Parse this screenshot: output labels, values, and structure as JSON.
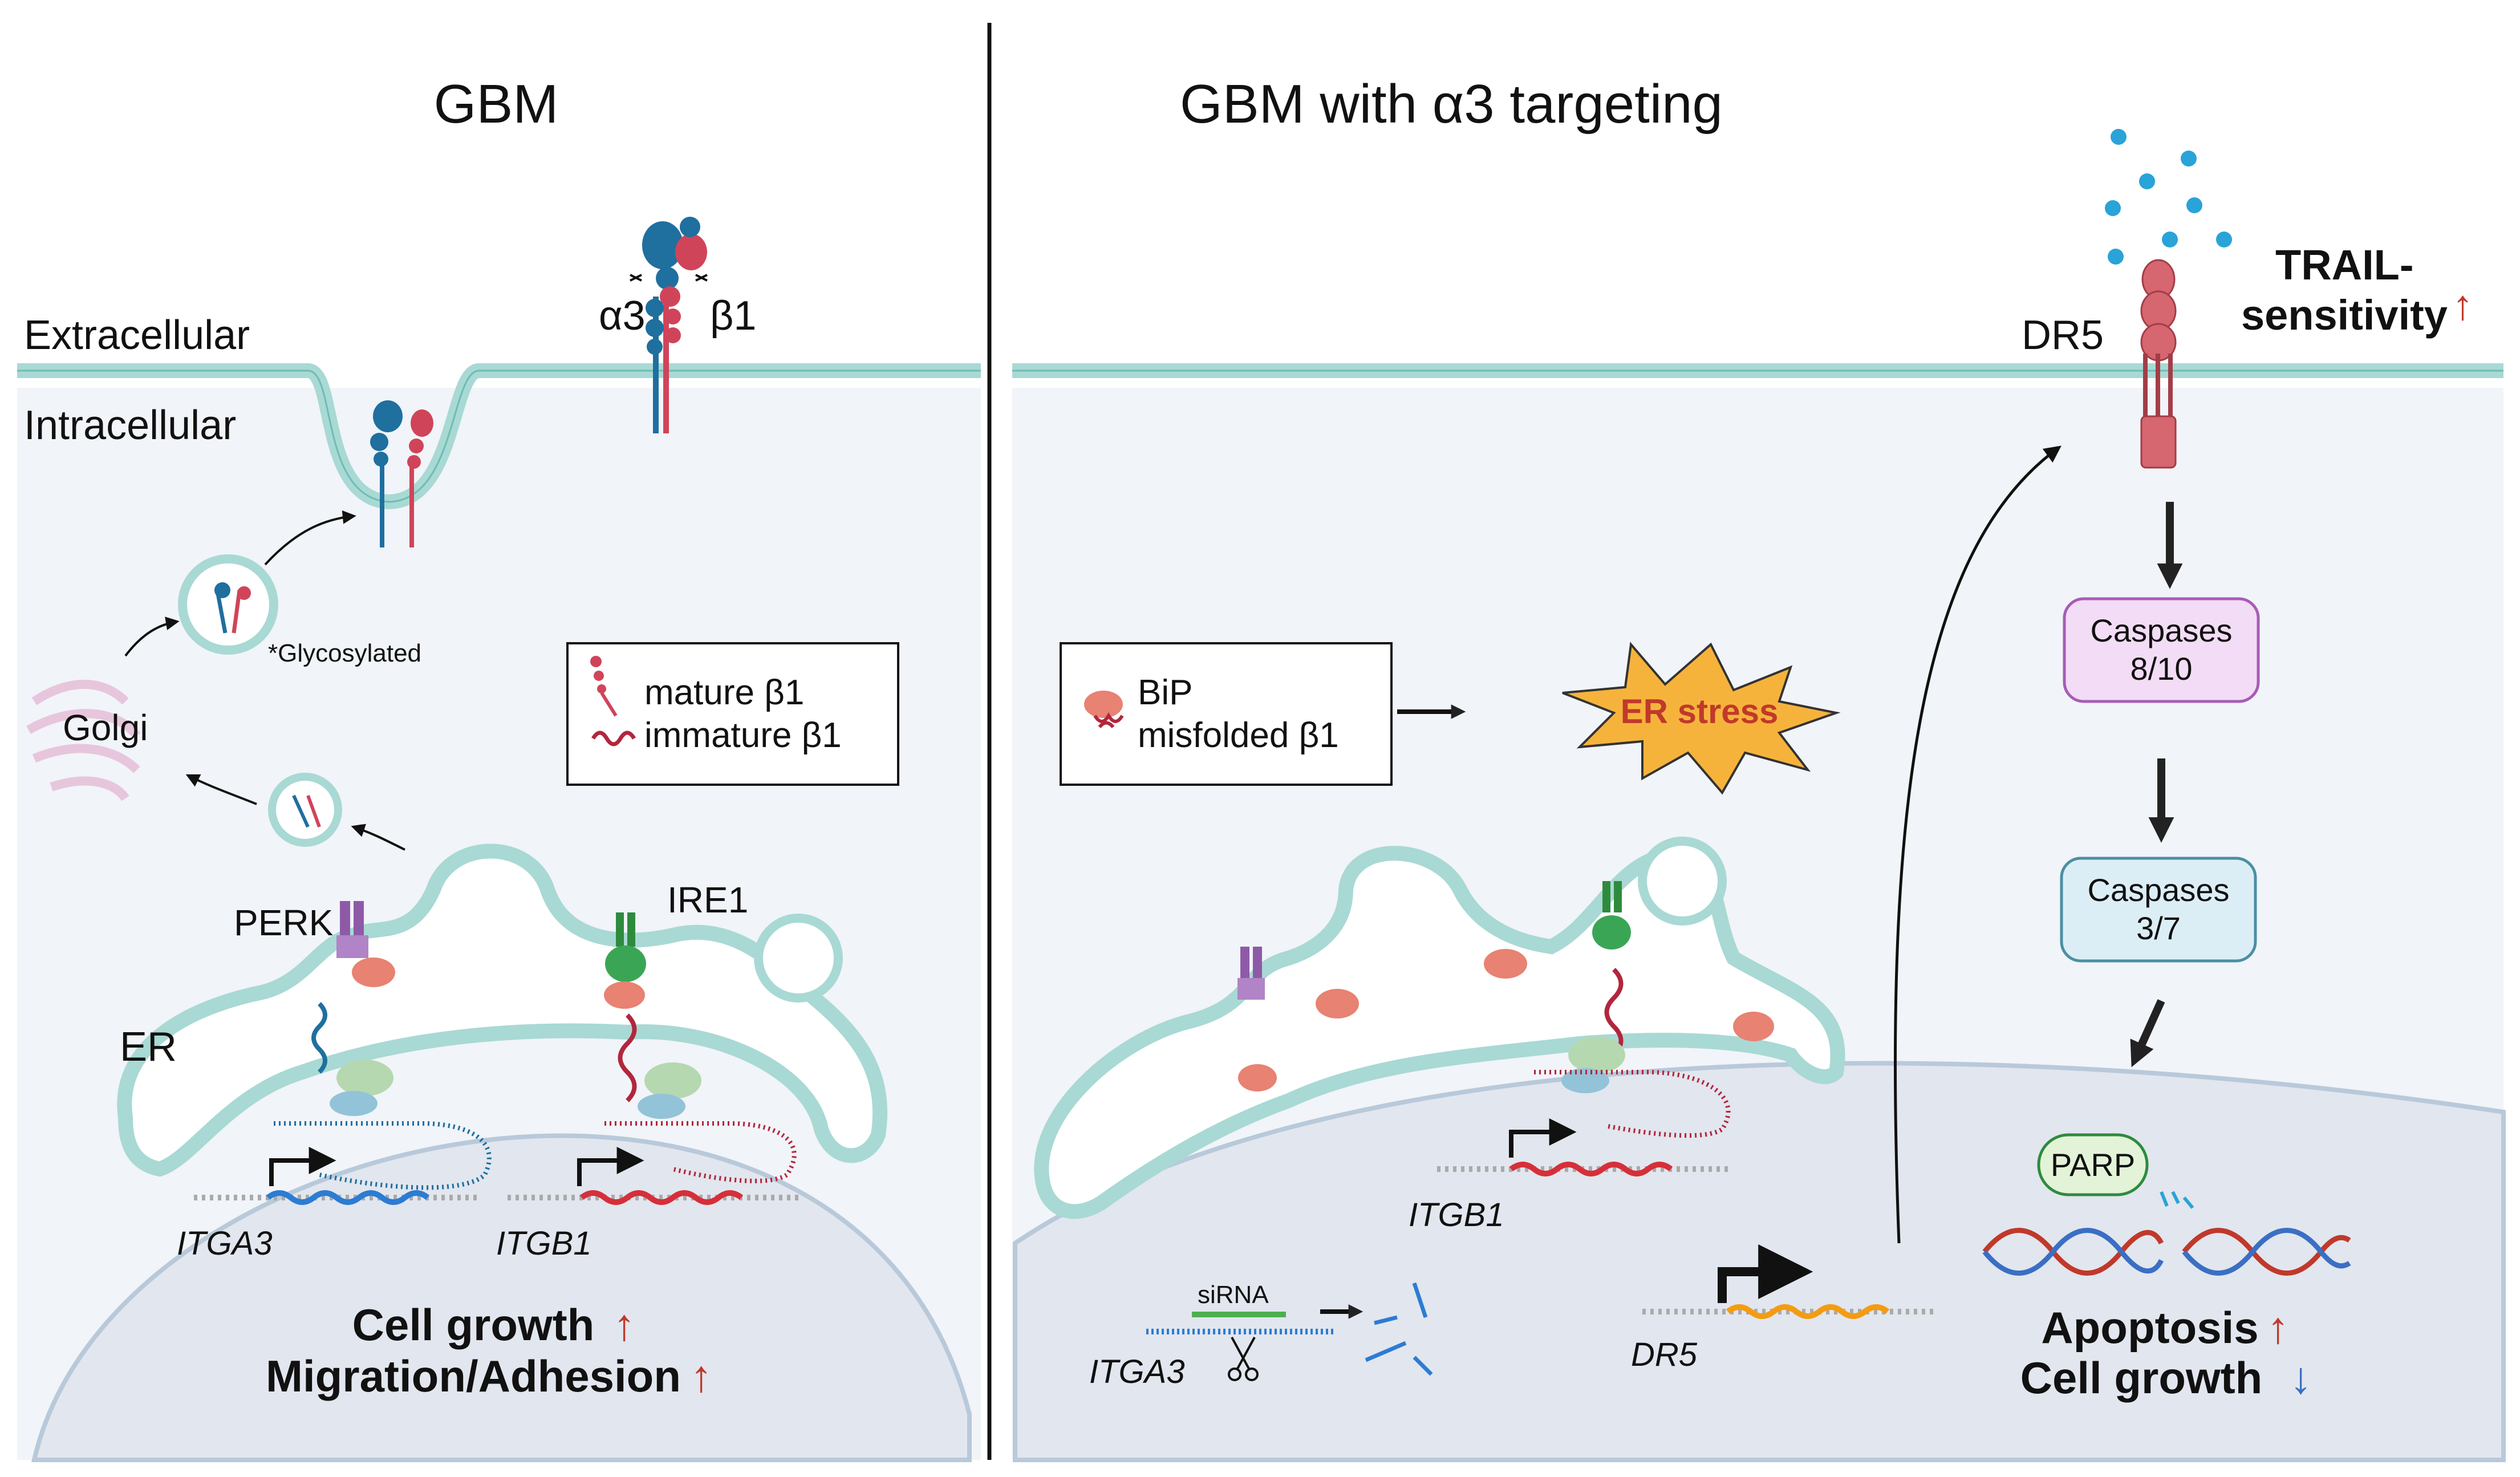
{
  "left_panel": {
    "title": "GBM",
    "extracellular_label": "Extracellular",
    "intracellular_label": "Intracellular",
    "alpha3_label": "α3",
    "beta1_label": "β1",
    "glycosylated_note": "*Glycosylated",
    "golgi_label": "Golgi",
    "perk_label": "PERK",
    "ire1_label": "IRE1",
    "er_label": "ER",
    "legend": {
      "mature": "mature β1",
      "immature": "immature β1"
    },
    "gene_itga3": "ITGA3",
    "gene_itgb1": "ITGB1",
    "outcome_1": "Cell growth",
    "outcome_2": "Migration/Adhesion"
  },
  "right_panel": {
    "title": "GBM with α3 targeting",
    "dr5_label": "DR5",
    "trail_line1": "TRAIL-",
    "trail_line2": "sensitivity",
    "legend": {
      "bip": "BiP",
      "misfolded": "misfolded β1"
    },
    "er_stress": "ER stress",
    "caspase_a_line1": "Caspases",
    "caspase_a_line2": "8/10",
    "caspase_b_line1": "Caspases",
    "caspase_b_line2": "3/7",
    "parp_label": "PARP",
    "sirna_label": "siRNA",
    "gene_itga3": "ITGA3",
    "gene_itgb1": "ITGB1",
    "gene_dr5": "DR5",
    "outcome_1": "Apoptosis",
    "outcome_2": "Cell growth"
  },
  "arrows": {
    "up": "↑",
    "down": "↓"
  },
  "colors": {
    "membrane": "#a9d9d4",
    "membrane_edge": "#6fbcb3",
    "cytoplasm": "#f1f4f8",
    "nucleus": "#e2e6ee",
    "alpha3": "#1f6f9f",
    "beta1": "#d0445a",
    "up_arrow": "#c0392b",
    "down_arrow": "#3a6fc4",
    "er_stress_fill": "#f6b33c",
    "er_stress_text": "#c0392b",
    "caspase_a_fill": "#f3dcf5",
    "caspase_b_fill": "#dceef5",
    "parp_fill": "#e3f3d8"
  }
}
